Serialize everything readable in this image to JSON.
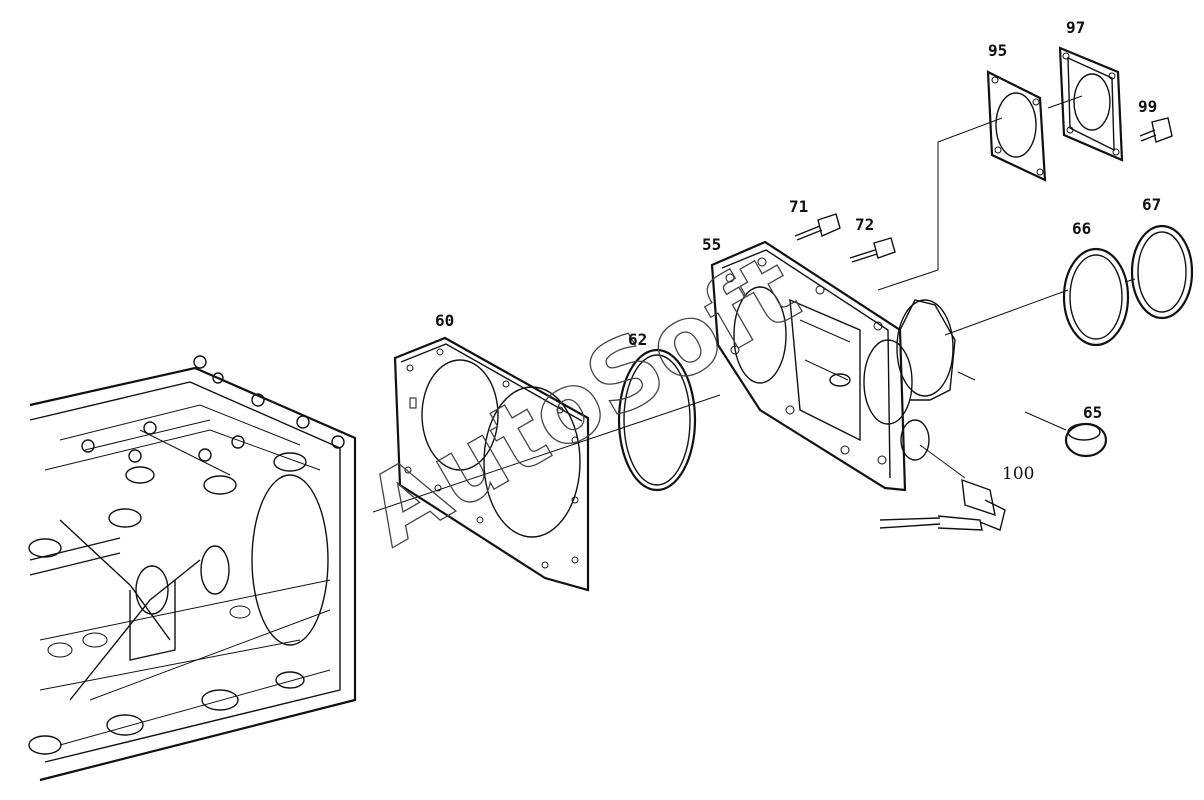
{
  "watermark": "AutoSoft",
  "labels": {
    "l55": "55",
    "l60": "60",
    "l62": "62",
    "l65": "65",
    "l66": "66",
    "l67": "67",
    "l71": "71",
    "l72": "72",
    "l95": "95",
    "l97": "97",
    "l99": "99",
    "l100": "100"
  }
}
